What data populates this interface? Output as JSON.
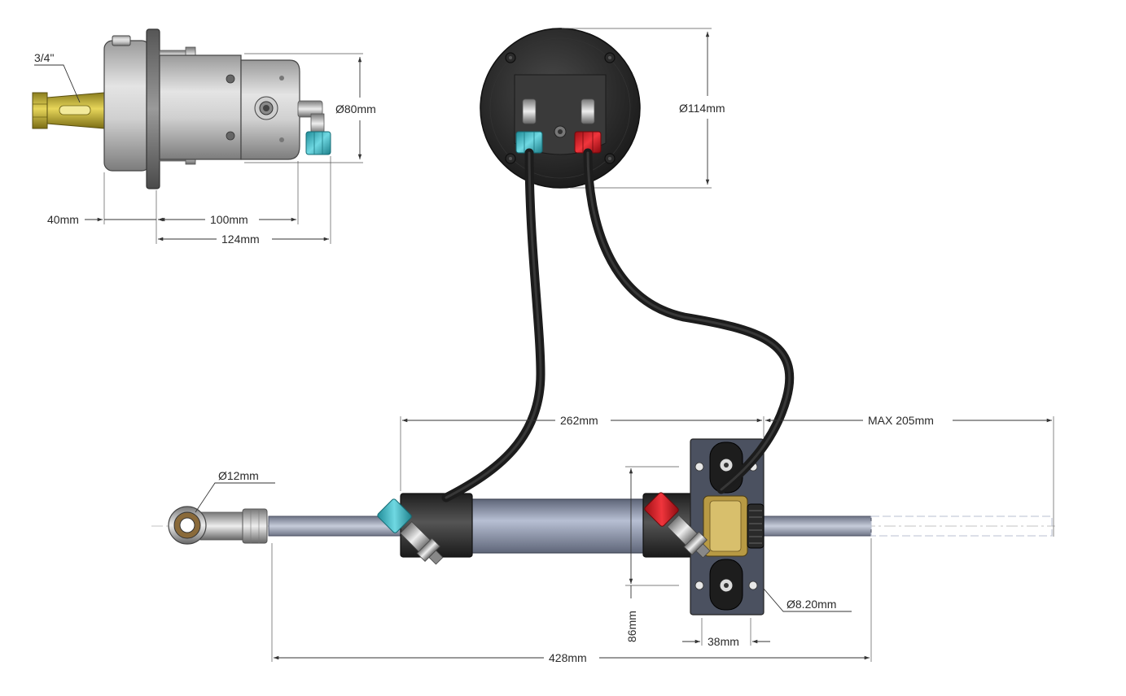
{
  "dimensions": {
    "shaft_size": "3/4\"",
    "pump_diameter": "Ø80mm",
    "pump_shaft_length": "40mm",
    "pump_body_length": "100mm",
    "pump_total_length": "124mm",
    "bezel_diameter": "Ø114mm",
    "cylinder_length": "262mm",
    "max_stroke": "MAX 205mm",
    "rod_end_diameter": "Ø12mm",
    "bracket_hole_diameter": "Ø8.20mm",
    "bracket_height": "86mm",
    "bracket_width": "38mm",
    "overall_length": "428mm"
  },
  "colors": {
    "port_blue": "#3fb7c3",
    "port_red": "#d8232a",
    "hose": "#1c1c1c",
    "cylinder": "#8f97ad",
    "bracket": "#4b5160"
  }
}
